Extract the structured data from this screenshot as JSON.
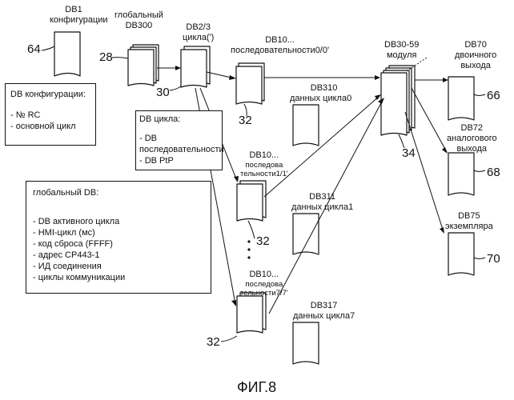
{
  "labels": {
    "db1": [
      "DB1",
      "конфигурации"
    ],
    "db300": [
      "глобальный",
      "DB300"
    ],
    "db23": [
      "DB2/3",
      "цикла(')"
    ],
    "db10_0": [
      "DB10...",
      "последовательности0/0'"
    ],
    "db310": [
      "DB310",
      "данных цикла0"
    ],
    "db10_1": [
      "DB10...",
      "последова",
      "тельности1/1'"
    ],
    "db311": [
      "DB311",
      "данных цикла1"
    ],
    "db10_7": [
      "DB10...",
      "последова",
      "тельности7/7'"
    ],
    "db317": [
      "DB317",
      "данных цикла7"
    ],
    "db3059": [
      "DB30-59",
      "модуля"
    ],
    "db70": [
      "DB70",
      "двоичного",
      "выхода"
    ],
    "db72": [
      "DB72",
      "аналогового",
      "выхода"
    ],
    "db75": [
      "DB75",
      "экземпляра"
    ]
  },
  "refs": {
    "r64": "64",
    "r28": "28",
    "r30": "30",
    "r32a": "32",
    "r32b": "32",
    "r32c": "32",
    "r34": "34",
    "r66": "66",
    "r68": "68",
    "r70": "70"
  },
  "boxes": {
    "config": {
      "title": "DB конфигурации:",
      "items": [
        "- № RC",
        "- основной цикл"
      ]
    },
    "cycle": {
      "title": "DB цикла:",
      "items": [
        "- DB",
        "последовательности",
        "- DB PtP"
      ]
    },
    "global": {
      "title": "глобальный DB:",
      "items": [
        "- DB активного цикла",
        "- HMI-цикл (мс)",
        "- код сброса (FFFF)",
        "- адрес CP443-1",
        "- ИД соединения",
        "- циклы коммуникации"
      ]
    }
  },
  "caption": "ФИГ.8"
}
